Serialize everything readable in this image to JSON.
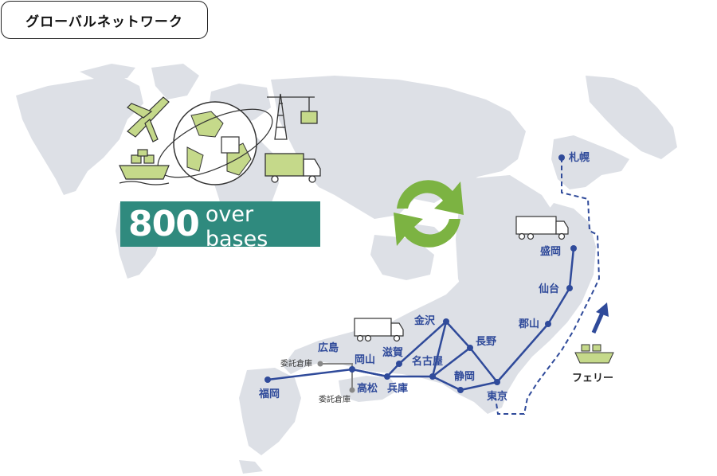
{
  "title": "グローバルネットワーク",
  "banner": {
    "number": "800",
    "text": "over bases"
  },
  "cities": {
    "sapporo": "札幌",
    "morioka": "盛岡",
    "sendai": "仙台",
    "koriyama": "郡山",
    "kanazawa": "金沢",
    "nagano": "長野",
    "hiroshima": "広島",
    "shiga": "滋賀",
    "okayama": "岡山",
    "nagoya": "名古屋",
    "shizuoka": "静岡",
    "tokyo": "東京",
    "fukuoka": "福岡",
    "takamatsu": "高松",
    "hyogo": "兵庫"
  },
  "warehouse_label": "委託倉庫",
  "ferry_label": "フェリー",
  "colors": {
    "route": "#2f4a9a",
    "banner": "#2f8a7e",
    "recycle": "#7cb342",
    "land": "#dde0e6",
    "icon_fill": "#c5d98a"
  }
}
